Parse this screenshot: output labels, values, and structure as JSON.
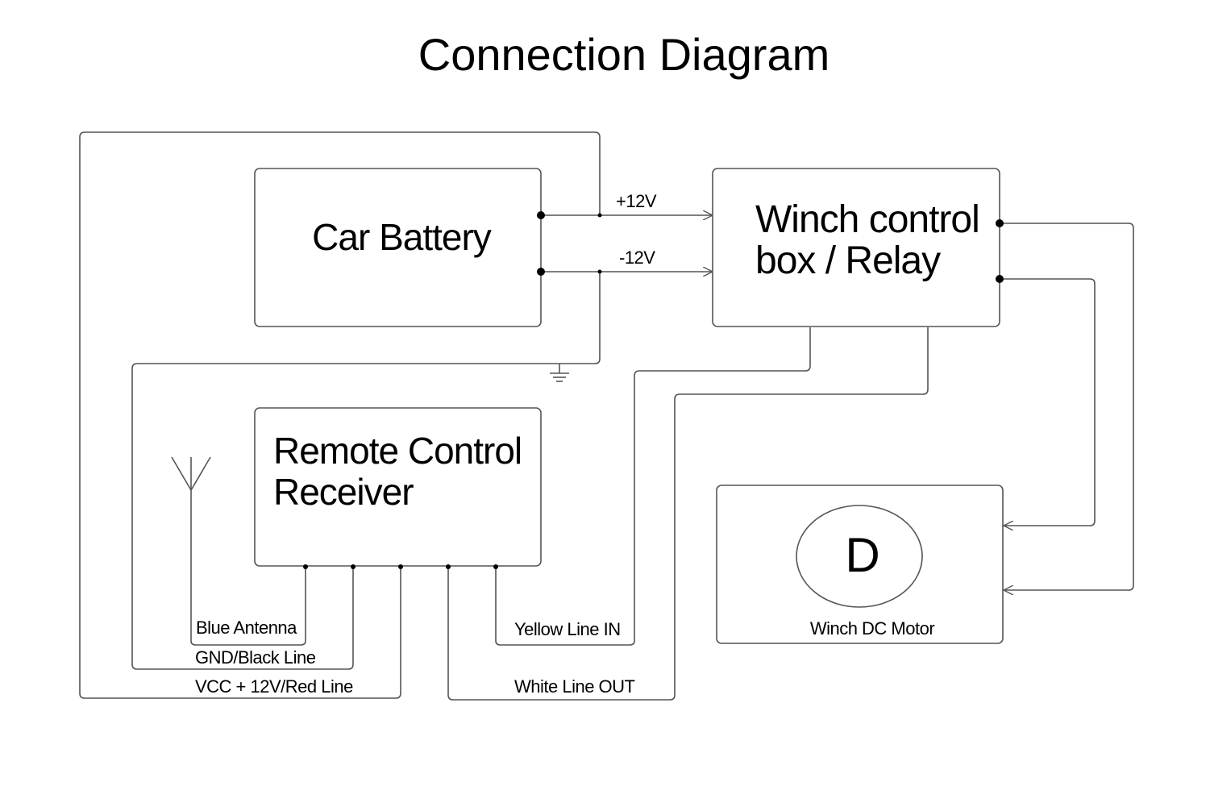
{
  "title": "Connection Diagram",
  "blocks": {
    "battery": {
      "label": "Car Battery"
    },
    "relay": {
      "line1": "Winch control",
      "line2": "box / Relay"
    },
    "receiver": {
      "line1": "Remote Control",
      "line2": "Receiver"
    },
    "motor": {
      "symbol": "D",
      "label": "Winch DC Motor"
    }
  },
  "wire_labels": {
    "plus": "+12V",
    "minus": "-12V",
    "antenna": "Blue Antenna",
    "gnd": "GND/Black Line",
    "vcc": "VCC + 12V/Red Line",
    "yellow": "Yellow Line IN",
    "white": "White Line OUT"
  },
  "icons": [
    "antenna-icon",
    "ground-icon"
  ]
}
